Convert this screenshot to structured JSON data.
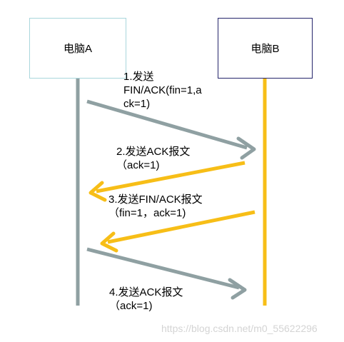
{
  "nodes": {
    "a": {
      "label": "电脑A"
    },
    "b": {
      "label": "电脑B"
    }
  },
  "colors": {
    "lifeline_a": "#8fa0a2",
    "lifeline_b": "#f7be17",
    "arrow_gray": "#8fa0a2",
    "arrow_gold": "#f7be17",
    "box_a_border": "#a9d6dc",
    "box_b_border": "#25256b"
  },
  "messages": [
    {
      "lines": [
        "1.发送",
        "FIN/ACK(fin=1,a",
        "ck=1)"
      ],
      "direction": "A→B"
    },
    {
      "lines": [
        "2.发送ACK报文",
        "（ack=1)"
      ],
      "direction": "B→A"
    },
    {
      "lines": [
        "3.发送FIN/ACK报文",
        "（fin=1，ack=1)"
      ],
      "direction": "B→A"
    },
    {
      "lines": [
        "4.发送ACK报文",
        "（ack=1)"
      ],
      "direction": "A→B"
    }
  ],
  "watermark": "https://blog.csdn.net/m0_55622296"
}
